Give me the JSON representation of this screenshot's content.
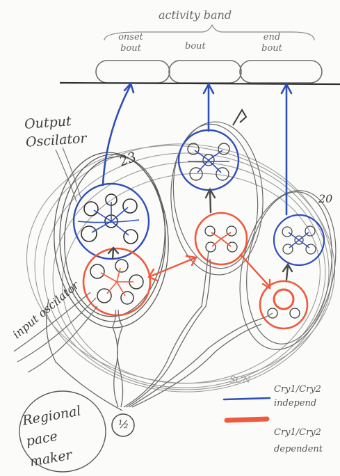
{
  "header": {
    "title": "activity band",
    "bouts": [
      "onset bout",
      "bout",
      "end bout"
    ]
  },
  "labels": {
    "output_oscillator": "Output Oscilator",
    "input_oscillator": "input oscilator",
    "regional_pacemaker": "Regional pace maker",
    "fraction": "½",
    "num_left": "23",
    "num_right": "20",
    "scn_text": "SCN"
  },
  "legend": {
    "blue_label": "Cry1/Cry2 independ",
    "red_label": "Cry1/Cry2 dependent",
    "blue_color": "#2f4fb8",
    "red_color": "#ef5a3c"
  },
  "colors": {
    "pencil": "#7a7a7a",
    "pencil_dark": "#3d3d3d",
    "blue": "#2f4fb8",
    "red": "#ef5a3c"
  }
}
